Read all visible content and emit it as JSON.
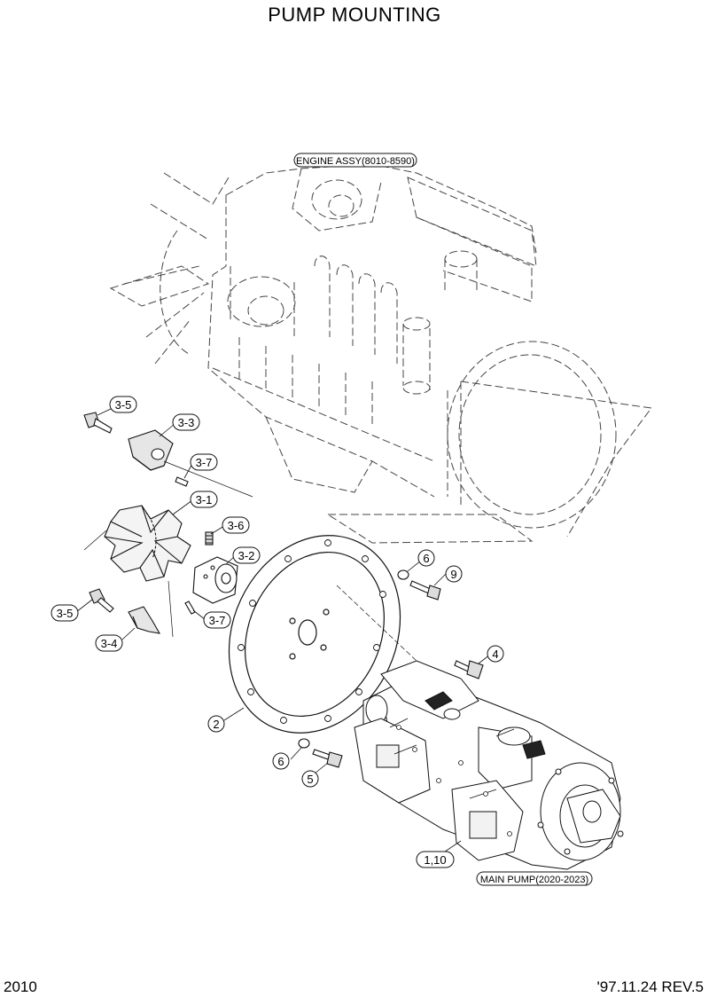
{
  "title": "PUMP MOUNTING",
  "page_number": "2010",
  "revision": "'97.11.24 REV.5",
  "assemblies": {
    "engine": "ENGINE ASSY(8010-8590)",
    "main_pump": "MAIN PUMP(2020-2023)"
  },
  "callouts": {
    "c3_5_top": "3-5",
    "c3_3": "3-3",
    "c3_7_top": "3-7",
    "c3_1": "3-1",
    "c3_6": "3-6",
    "c3_2": "3-2",
    "c3_7_bot": "3-7",
    "c3_5_bot": "3-5",
    "c3_4": "3-4",
    "c2": "2",
    "c6_top": "6",
    "c9": "9",
    "c4": "4",
    "c6_bot": "6",
    "c5": "5",
    "c1_10": "1,10"
  }
}
